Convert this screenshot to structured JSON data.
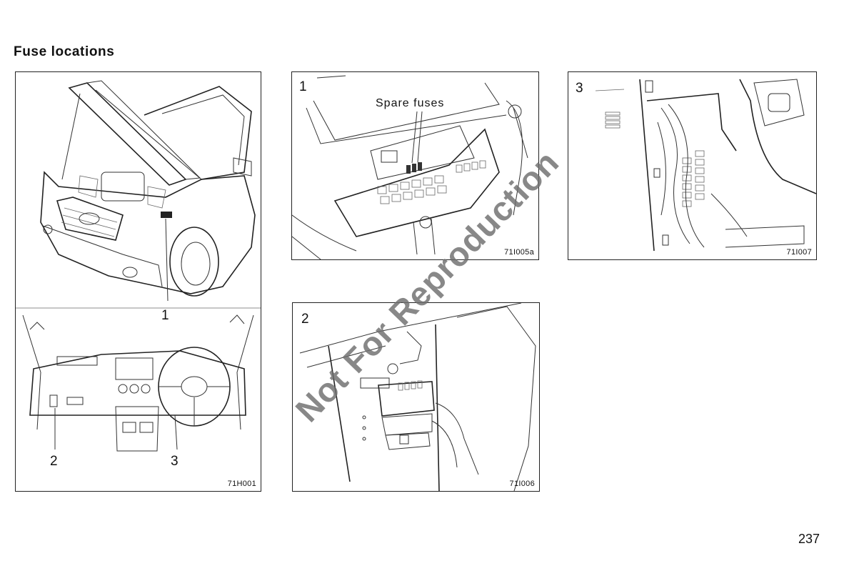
{
  "page": {
    "title": "Fuse locations",
    "page_number": "237"
  },
  "panels": {
    "overview": {
      "callouts": {
        "engine": "1",
        "left_panel": "2",
        "steering": "3"
      },
      "code": "71H001"
    },
    "panel1": {
      "number": "1",
      "label": "Spare fuses",
      "code": "71I005a"
    },
    "panel2": {
      "number": "2",
      "code": "71I006"
    },
    "panel3": {
      "number": "3",
      "code": "71I007"
    }
  },
  "watermark": "Not For Reproduction"
}
